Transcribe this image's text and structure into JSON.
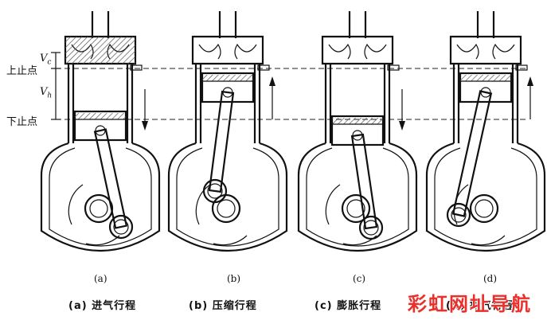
{
  "labels": {
    "tdc": "上止点",
    "bdc": "下止点",
    "vc": "V",
    "vc_sub": "c",
    "vh": "V",
    "vh_sub": "h"
  },
  "panels": [
    {
      "id": "a",
      "sublabel": "(a)",
      "caption": "(a) 进气行程"
    },
    {
      "id": "b",
      "sublabel": "(b)",
      "caption": "(b) 压缩行程"
    },
    {
      "id": "c",
      "sublabel": "(c)",
      "caption": "(c) 膨胀行程"
    },
    {
      "id": "d",
      "sublabel": "(d)",
      "caption": "(d) 排气行程"
    }
  ],
  "watermark": "彩虹网址导航",
  "colors": {
    "ink": "#111111",
    "hatch": "#555555",
    "watermark": "#e9302b"
  }
}
